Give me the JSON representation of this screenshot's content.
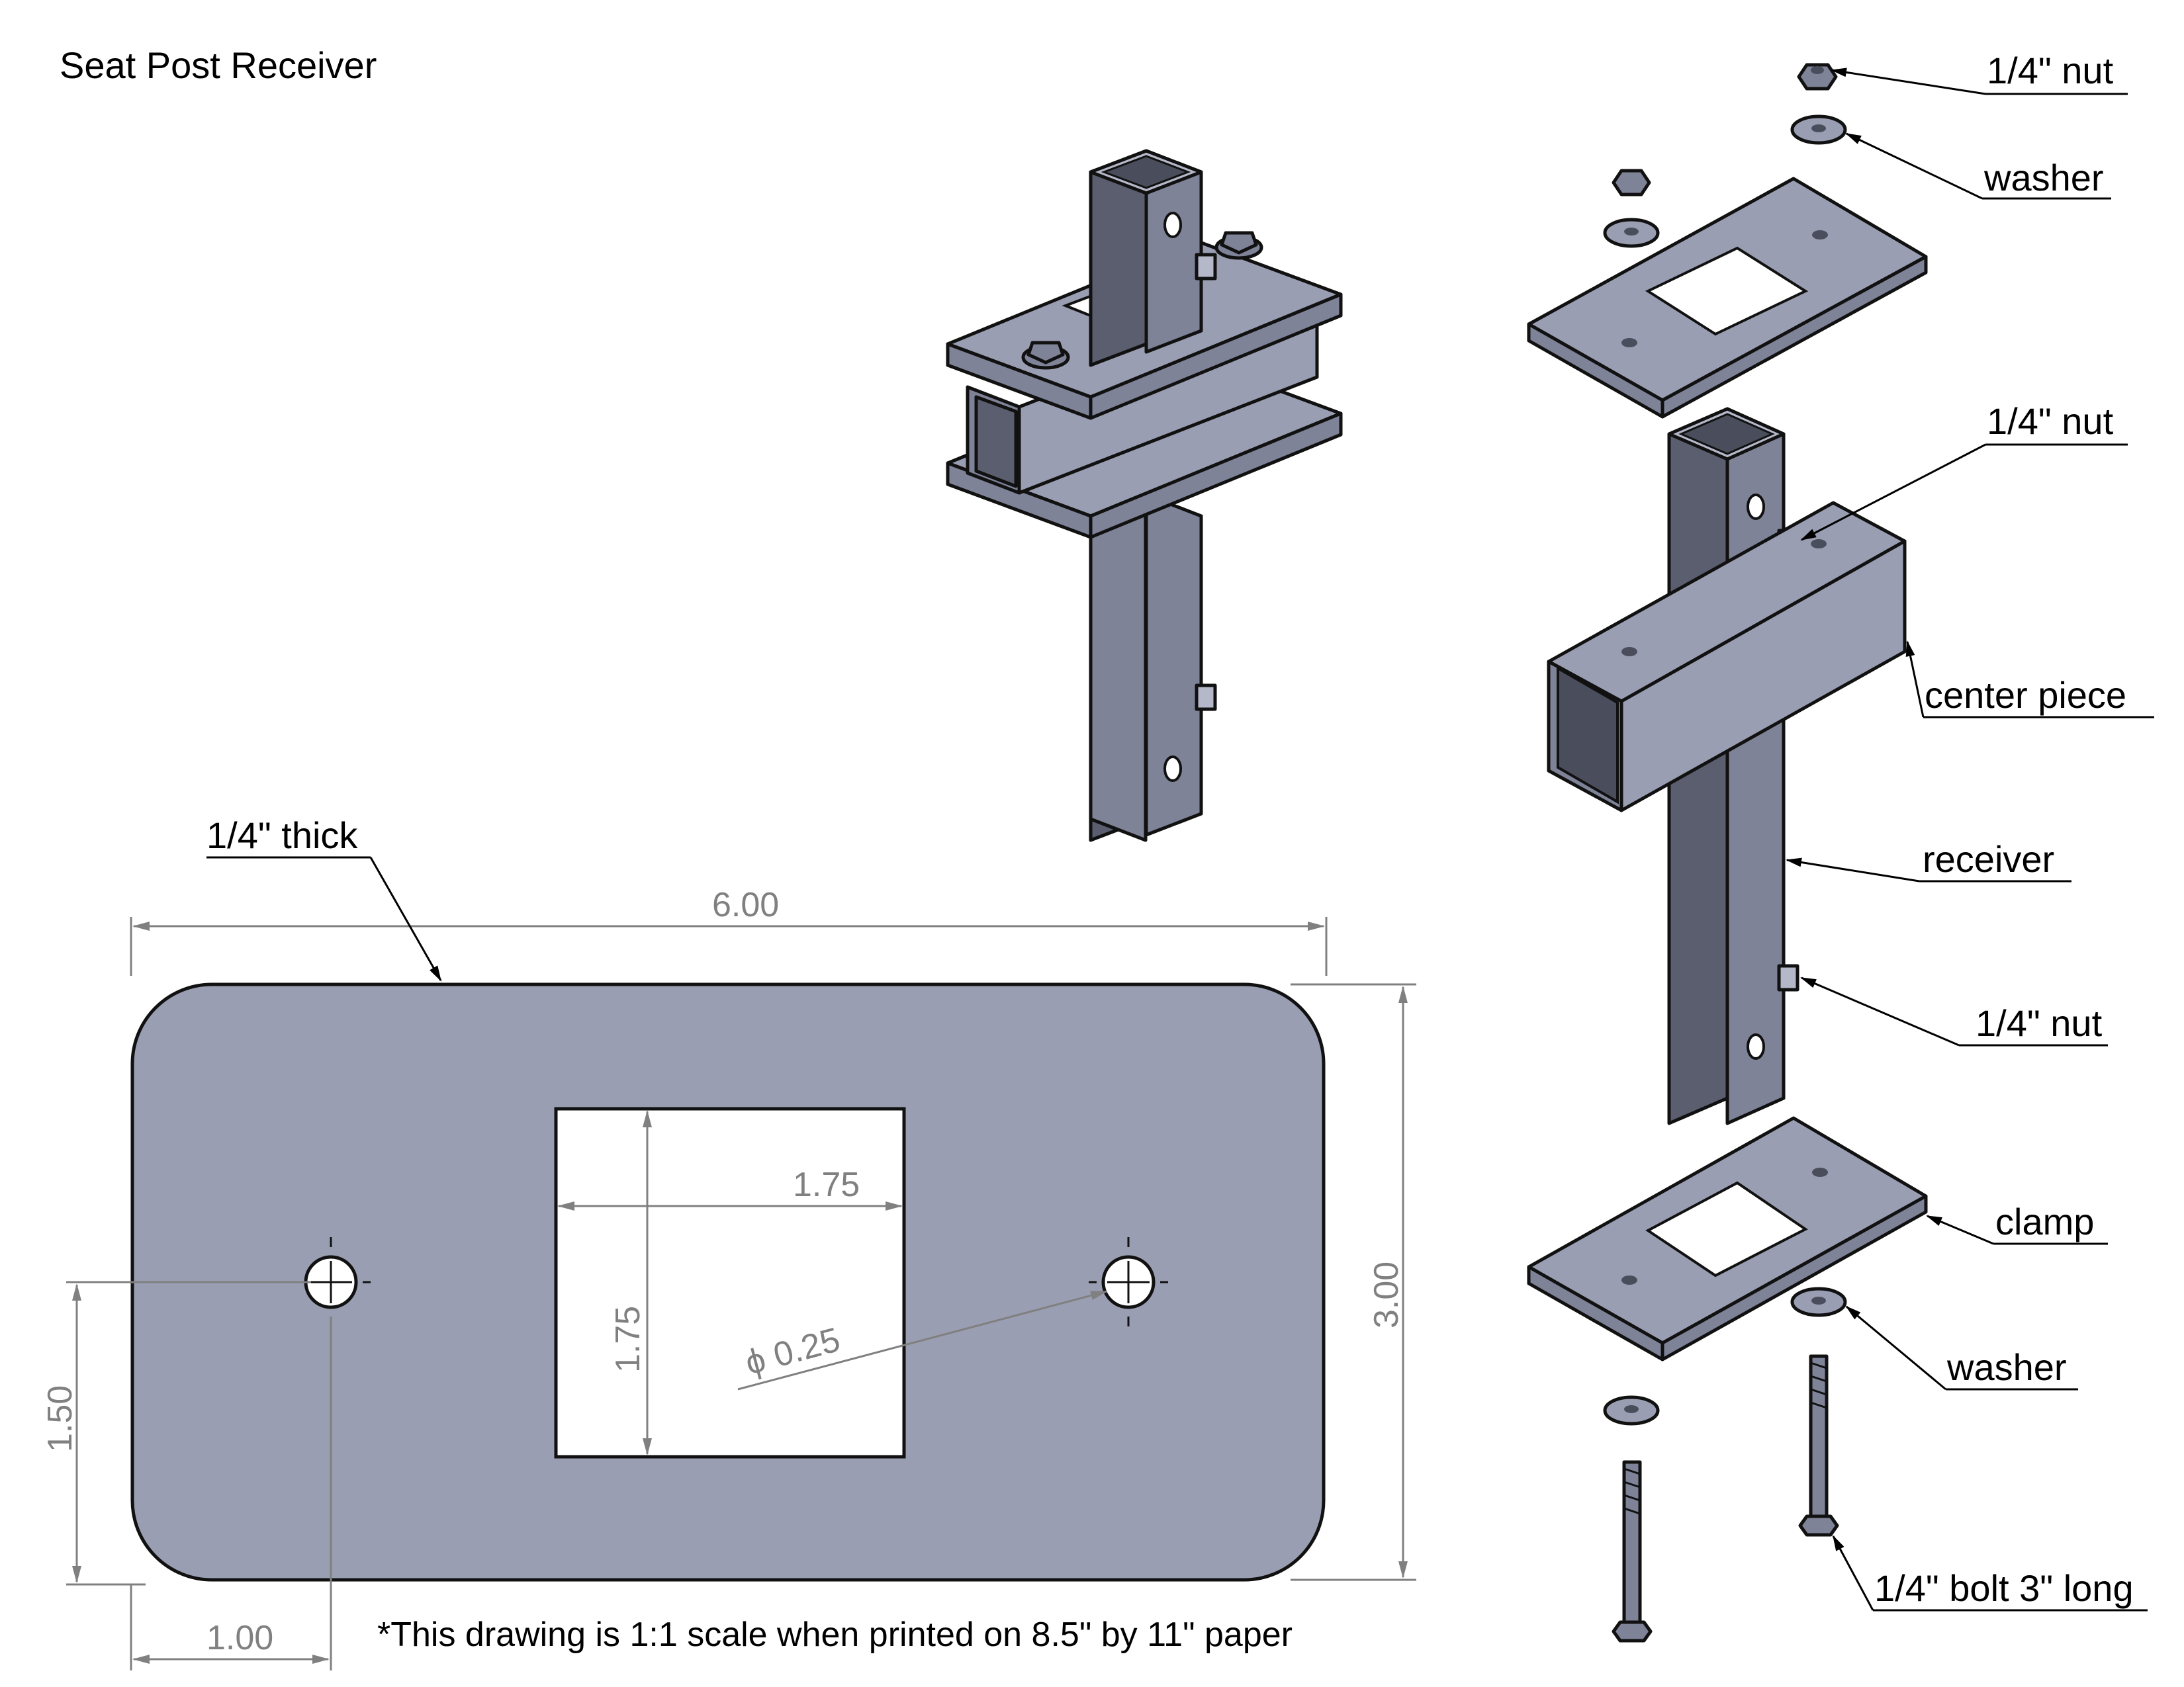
{
  "title": "Seat Post Receiver",
  "note": "*This drawing is 1:1 scale when printed on 8.5\" by 11\" paper",
  "thickness_label": "1/4\" thick",
  "dimensions": {
    "width": "6.00",
    "height": "3.00",
    "hole_height": "1.50",
    "hole_offset": "1.00",
    "square_width": "1.75",
    "square_height": "1.75",
    "hole_diameter": "0.25"
  },
  "diameter_symbol": "ϕ",
  "callouts": {
    "nut_top": "1/4\" nut",
    "washer_top": "washer",
    "nut_mid": "1/4\" nut",
    "center_piece": "center piece",
    "receiver": "receiver",
    "nut_low": "1/4\" nut",
    "clamp": "clamp",
    "washer_bottom": "washer",
    "bolt": "1/4\" bolt 3\" long"
  },
  "colors": {
    "part_fill": "#9a9eb2",
    "part_dark": "#7f8398",
    "part_deep": "#5a5e6e",
    "outline": "#111111",
    "dimension": "#808080"
  }
}
